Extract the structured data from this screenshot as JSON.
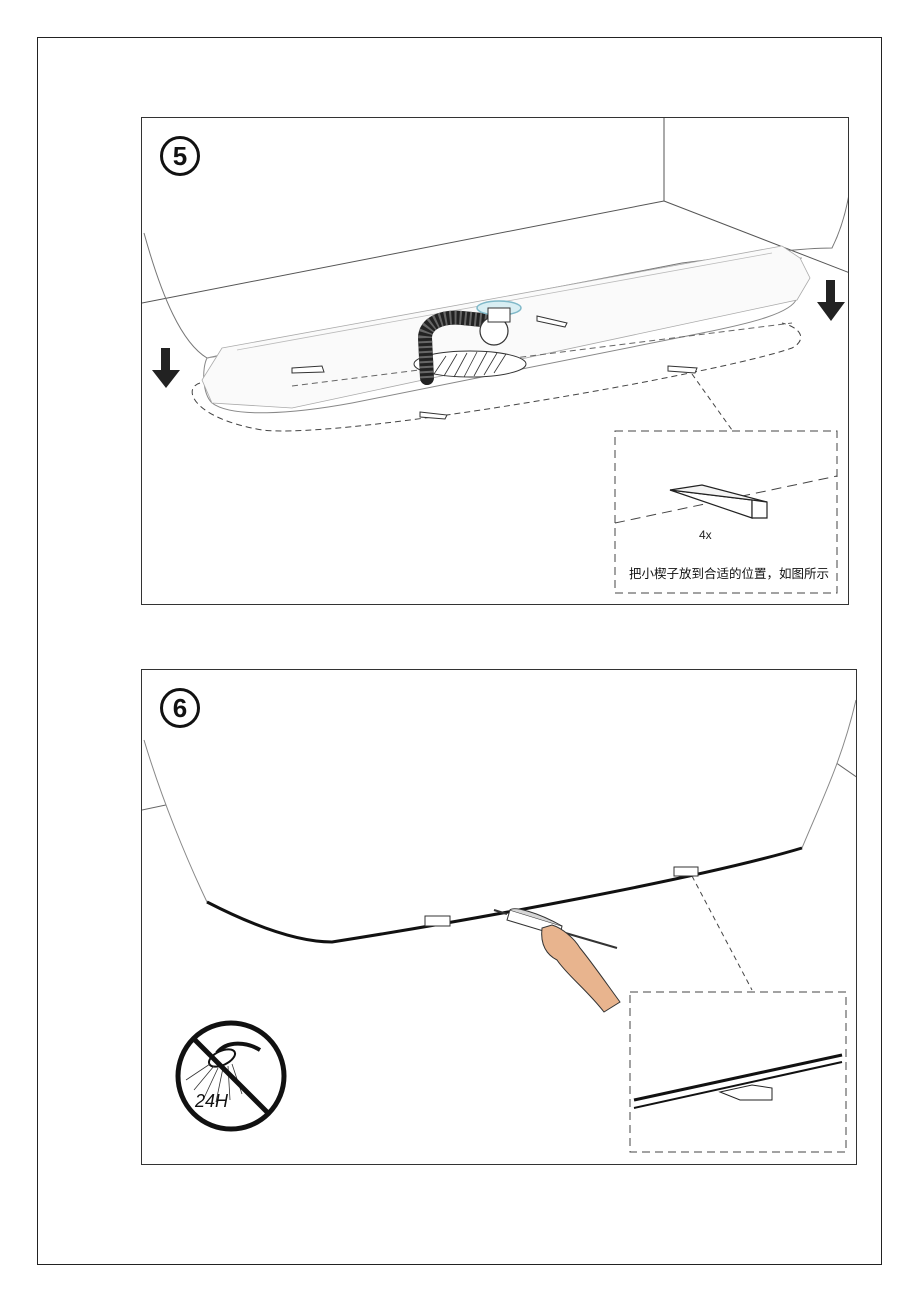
{
  "step5": {
    "number": "5",
    "wedge_count": "4x",
    "caption": "把小楔子放到合适的位置，如图所示"
  },
  "step6": {
    "number": "6",
    "cure_time": "24H"
  },
  "icons": {
    "arrow": "down-arrow-icon",
    "no_water": "no-shower-icon",
    "caulk_gun": "caulking-gun-icon"
  },
  "colors": {
    "line": "#222222",
    "drain_tint": "#7fb8c8",
    "skin": "#e8b48e"
  }
}
